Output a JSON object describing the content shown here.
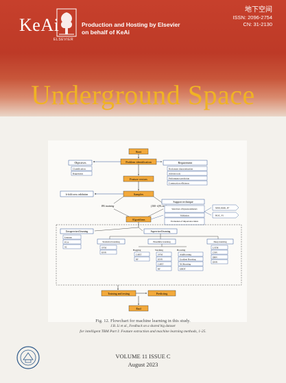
{
  "header": {
    "brand": "KeAi",
    "elsevier_word": "ELSEVIER",
    "publisher_line1": "Production and Hosting by Elsevier",
    "publisher_line2": "on behalf of KeAi",
    "chinese_title": "地下空间",
    "issn": "ISSN: 2096-2754",
    "cn": "CN: 31-2130"
  },
  "journal_title": "Underground Space",
  "flowchart": {
    "start": "Start",
    "problem_identification": "Problem identification",
    "objectives": "Objectives",
    "classification": "Classification",
    "regression": "Regression",
    "requirement": "Requirement",
    "req_items": [
      "Rock mass characterization",
      "Adverse rock",
      "Performance prediction",
      "Construction efficiency"
    ],
    "feature_vectors": "Feature vectors",
    "samples": "Samples",
    "kfold": "k-fold cross validation",
    "training_split": "8% training",
    "testing_split": "(100−k)% testing",
    "support_techniques": "Support technique",
    "support_items": [
      "Selection of hyperparameters",
      "Validation",
      "Evaluation of importance index"
    ],
    "metrics_1": "MSE,MAE, R²",
    "metrics_2": "ROC, F1",
    "algorithms": "Algorithms",
    "unsupervised": "Unsupervised learning",
    "unsup_items": [
      "k-means",
      "PCA",
      "SC"
    ],
    "supervised": "Supervised learning",
    "statistical": "Statistical learning",
    "stat_items": [
      "SVM",
      "KNN"
    ],
    "ensemble": "Ensemble learning",
    "bagging": "Bagging",
    "bagging_items": [
      "CART",
      "RF"
    ],
    "stacking": "Stacking",
    "stacking_items": [
      "SVM",
      "KNN",
      "CART",
      "RF"
    ],
    "boosting": "Boosting",
    "boosting_items": [
      "AdaBoosting",
      "Gradient Boosting",
      "XGBoosting",
      "GBDT"
    ],
    "deep": "Deep learning",
    "deep_items": [
      "LSTM",
      "CNN",
      "DBN",
      "DNN"
    ],
    "training_testing": "Training and testing",
    "predicting": "Predicting",
    "end": "End"
  },
  "caption": {
    "line1": "Fig. 12. Flowchart for machine learning in this study.",
    "line2": "J.B. Li et al., Feedback on a shared big dataset",
    "line3": "for intelligent TBM Part I: Feature extraction and machine learning methods, 1-25."
  },
  "volume_line": "VOLUME 11 ISSUE C",
  "date_line": "August 2023",
  "colors": {
    "header_red": "#c7402c",
    "title_gold": "#f0b324",
    "flow_orange": "#f2a93b",
    "flow_blue": "#2f5496"
  }
}
